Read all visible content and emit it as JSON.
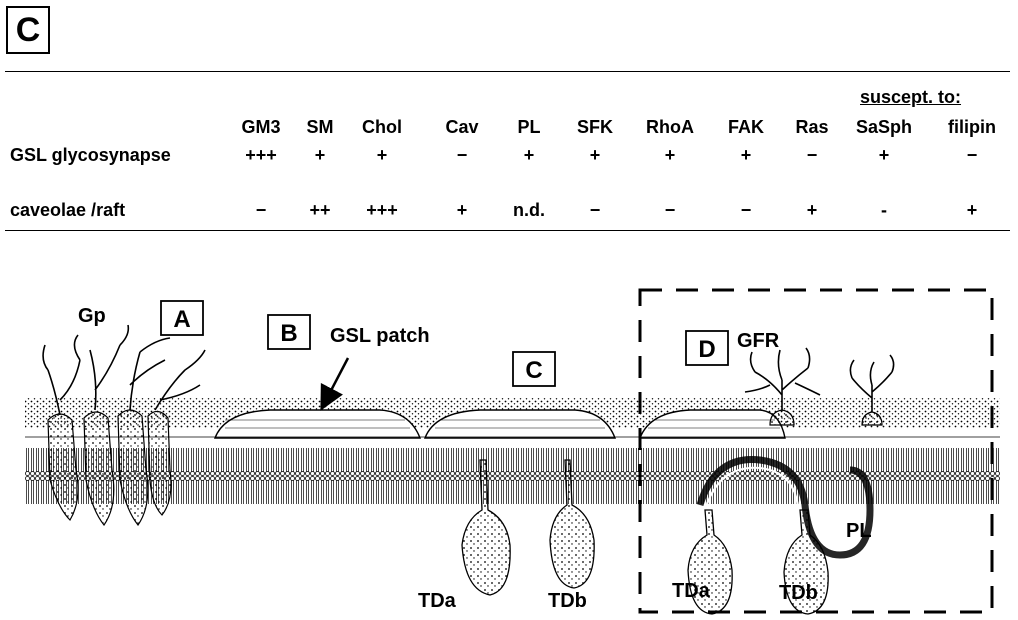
{
  "panel_label": "C",
  "table": {
    "susceptibility_header": "suscept. to:",
    "columns": [
      "GM3",
      "SM",
      "Chol",
      "Cav",
      "PL",
      "SFK",
      "RhoA",
      "FAK",
      "Ras",
      "SaSph",
      "filipin"
    ],
    "rows": [
      {
        "label": "GSL glycosynapse",
        "values": [
          "+++",
          "+",
          "+",
          "−",
          "+",
          "+",
          "+",
          "+",
          "−",
          "+",
          "−"
        ]
      },
      {
        "label": "caveolae /raft",
        "values": [
          "−",
          "++",
          "+++",
          "+",
          "n.d.",
          "−",
          "−",
          "−",
          "+",
          "-",
          "+"
        ]
      }
    ]
  },
  "diagram": {
    "box_labels": {
      "a": "A",
      "b": "B",
      "c": "C",
      "d": "D"
    },
    "labels": {
      "gp": "Gp",
      "gsl_patch": "GSL patch",
      "gfr": "GFR",
      "pl": "PL",
      "tda_1": "TDa",
      "tdb_1": "TDb",
      "tda_2": "TDa",
      "tdb_2": "TDb"
    }
  }
}
